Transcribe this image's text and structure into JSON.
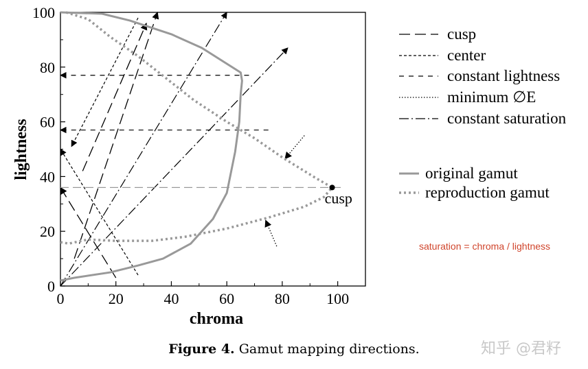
{
  "chart_data": {
    "type": "line",
    "xlabel": "chroma",
    "ylabel": "lightness",
    "xlim": [
      0,
      110
    ],
    "ylim": [
      0,
      100
    ],
    "x_ticks": [
      0,
      20,
      40,
      60,
      80,
      100
    ],
    "y_ticks": [
      0,
      20,
      40,
      60,
      80,
      100
    ],
    "cusp_label": "cusp",
    "cusp_point": [
      98,
      36
    ],
    "series": [
      {
        "name": "original gamut",
        "style": "solid-gray",
        "points": [
          [
            0,
            2
          ],
          [
            5,
            3
          ],
          [
            18,
            5
          ],
          [
            28,
            7.5
          ],
          [
            37,
            10
          ],
          [
            47,
            15.5
          ],
          [
            55,
            24.5
          ],
          [
            60,
            34
          ],
          [
            63,
            49
          ],
          [
            64.5,
            60
          ],
          [
            65,
            70
          ],
          [
            65.5,
            75
          ],
          [
            65,
            78
          ],
          [
            51,
            87
          ],
          [
            40,
            92
          ],
          [
            25,
            97
          ],
          [
            15,
            99.5
          ],
          [
            0,
            100
          ]
        ]
      },
      {
        "name": "reproduction gamut",
        "style": "dotted-gray",
        "points": [
          [
            0,
            16
          ],
          [
            3,
            15.5
          ],
          [
            10,
            17
          ],
          [
            20,
            16.5
          ],
          [
            33,
            16.5
          ],
          [
            45,
            18
          ],
          [
            60,
            21
          ],
          [
            75,
            25
          ],
          [
            88,
            29
          ],
          [
            95,
            32.5
          ],
          [
            98,
            36
          ],
          [
            92,
            39.5
          ],
          [
            80,
            47
          ],
          [
            70,
            54
          ],
          [
            60,
            60
          ],
          [
            48,
            68
          ],
          [
            38,
            76
          ],
          [
            28,
            84
          ],
          [
            18,
            91
          ],
          [
            10,
            97.5
          ],
          [
            2,
            100
          ]
        ]
      }
    ],
    "legend": {
      "position": "right",
      "items": [
        {
          "label": "cusp",
          "style": "long-dash"
        },
        {
          "label": "center",
          "style": "short-dash"
        },
        {
          "label": "constant lightness",
          "style": "medium-dash"
        },
        {
          "label": "minimum ∅E",
          "style": "dotted"
        },
        {
          "label": "constant saturation",
          "style": "dash-dot"
        },
        {
          "label": "original gamut",
          "style": "solid-gray"
        },
        {
          "label": "reproduction gamut",
          "style": "dotted-gray"
        }
      ]
    },
    "mapping_lines": {
      "cusp": [
        [
          [
            20,
            3
          ],
          [
            0,
            36
          ]
        ],
        [
          [
            5,
            10
          ],
          [
            35,
            100
          ]
        ],
        [
          [
            8,
            42
          ],
          [
            31,
            96
          ]
        ]
      ],
      "center": [
        [
          [
            28,
            4
          ],
          [
            0,
            50
          ]
        ],
        [
          [
            28,
            98
          ],
          [
            4,
            51
          ]
        ]
      ],
      "constant_lightness": [
        [
          [
            68,
            77
          ],
          [
            0,
            77
          ]
        ],
        [
          [
            75,
            57
          ],
          [
            0,
            57
          ]
        ]
      ],
      "minimum_dE": [
        [
          [
            88,
            55
          ],
          [
            81,
            46.5
          ]
        ],
        [
          [
            78,
            14.5
          ],
          [
            74,
            24
          ]
        ]
      ],
      "constant_saturation": [
        [
          [
            0,
            0
          ],
          [
            60,
            100
          ]
        ],
        [
          [
            0,
            0
          ],
          [
            82,
            87
          ]
        ]
      ]
    },
    "annotation": "saturation = chroma / lightness"
  },
  "caption": {
    "bold": "Figure 4.",
    "text": " Gamut mapping directions."
  },
  "watermark": "知乎 @君籽"
}
